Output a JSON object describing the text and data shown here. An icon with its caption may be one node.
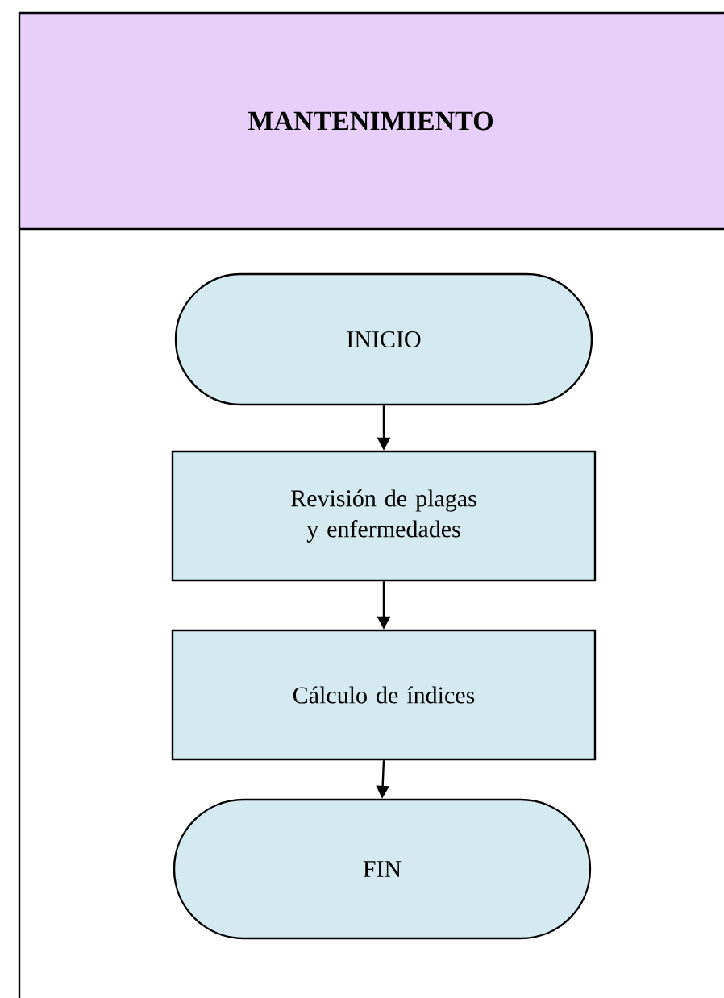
{
  "diagram": {
    "nodes": [
      {
        "text": [
          "MANTENIMIENTO"
        ]
      },
      {
        "text": [
          "INICIO"
        ],
        "in": 0
      },
      {
        "text": [
          "Revisión de plagas y enfermedades"
        ],
        "in": 0
      },
      {
        "text": [
          "Cálculo de índices"
        ],
        "in": 0
      },
      {
        "text": [
          "FIN"
        ],
        "in": 0
      }
    ],
    "edges": [
      {
        "from": 1,
        "to": 2,
        "arrow": "to"
      },
      {
        "from": 2,
        "to": 3,
        "arrow": "to"
      },
      {
        "from": 3,
        "to": 4,
        "arrow": "to"
      }
    ]
  }
}
